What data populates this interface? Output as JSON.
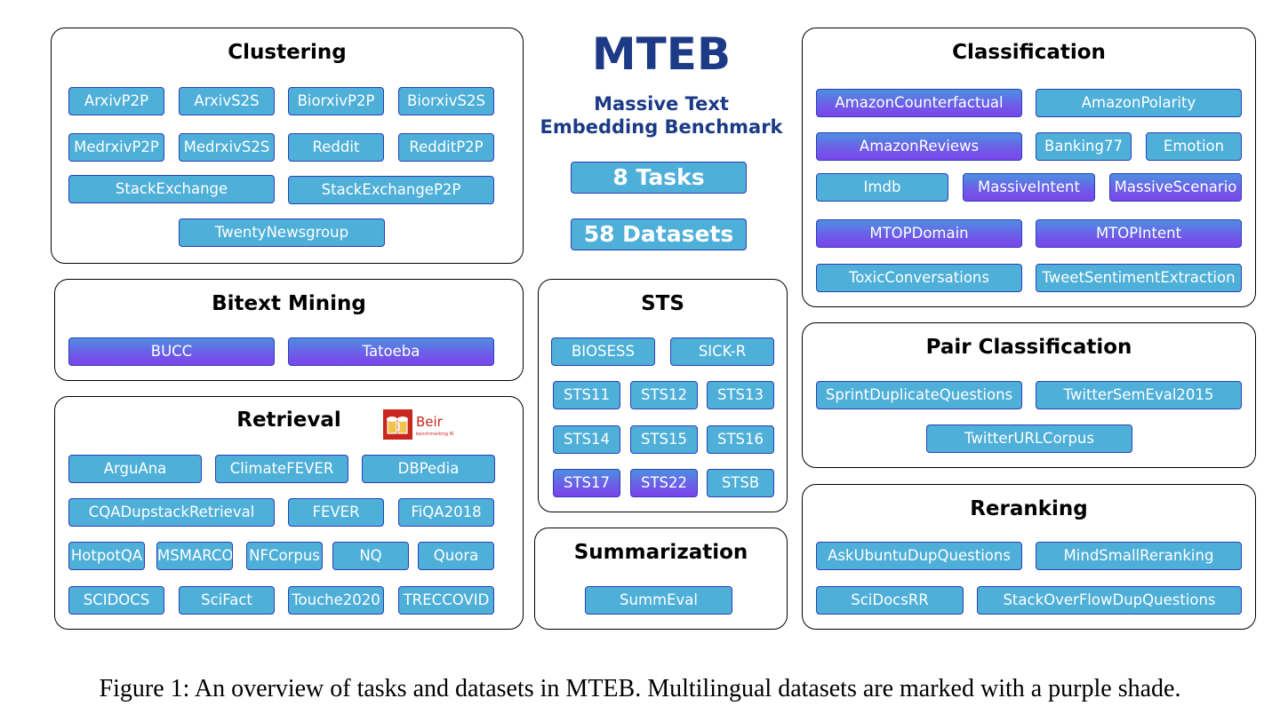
{
  "center": {
    "title": "MTEB",
    "subtitle_line1": "Massive Text",
    "subtitle_line2": "Embedding Benchmark",
    "tasks": "8 Tasks",
    "datasets": "58 Datasets"
  },
  "colors": {
    "monolingual": "#4eafd8",
    "multilingual": "#7b45ea",
    "border": "#2b3fb8",
    "title": "#1c3a86"
  },
  "beir_logo": {
    "text": "Beir",
    "sub": "benchmarking IR",
    "icon": "beer-mugs-icon"
  },
  "panels": {
    "clustering": {
      "title": "Clustering",
      "items": [
        {
          "label": "ArxivP2P",
          "multi": false
        },
        {
          "label": "ArxivS2S",
          "multi": false
        },
        {
          "label": "BiorxivP2P",
          "multi": false
        },
        {
          "label": "BiorxivS2S",
          "multi": false
        },
        {
          "label": "MedrxivP2P",
          "multi": false
        },
        {
          "label": "MedrxivS2S",
          "multi": false
        },
        {
          "label": "Reddit",
          "multi": false
        },
        {
          "label": "RedditP2P",
          "multi": false
        },
        {
          "label": "StackExchange",
          "multi": false
        },
        {
          "label": "StackExchangeP2P",
          "multi": false
        },
        {
          "label": "TwentyNewsgroup",
          "multi": false
        }
      ]
    },
    "bitext": {
      "title": "Bitext Mining",
      "items": [
        {
          "label": "BUCC",
          "multi": true
        },
        {
          "label": "Tatoeba",
          "multi": true
        }
      ]
    },
    "retrieval": {
      "title": "Retrieval",
      "items": [
        {
          "label": "ArguAna",
          "multi": false
        },
        {
          "label": "ClimateFEVER",
          "multi": false
        },
        {
          "label": "DBPedia",
          "multi": false
        },
        {
          "label": "CQADupstackRetrieval",
          "multi": false
        },
        {
          "label": "FEVER",
          "multi": false
        },
        {
          "label": "FiQA2018",
          "multi": false
        },
        {
          "label": "HotpotQA",
          "multi": false
        },
        {
          "label": "MSMARCO",
          "multi": false
        },
        {
          "label": "NFCorpus",
          "multi": false
        },
        {
          "label": "NQ",
          "multi": false
        },
        {
          "label": "Quora",
          "multi": false
        },
        {
          "label": "SCIDOCS",
          "multi": false
        },
        {
          "label": "SciFact",
          "multi": false
        },
        {
          "label": "Touche2020",
          "multi": false
        },
        {
          "label": "TRECCOVID",
          "multi": false
        }
      ]
    },
    "sts": {
      "title": "STS",
      "items": [
        {
          "label": "BIOSESS",
          "multi": false
        },
        {
          "label": "SICK-R",
          "multi": false
        },
        {
          "label": "STS11",
          "multi": false
        },
        {
          "label": "STS12",
          "multi": false
        },
        {
          "label": "STS13",
          "multi": false
        },
        {
          "label": "STS14",
          "multi": false
        },
        {
          "label": "STS15",
          "multi": false
        },
        {
          "label": "STS16",
          "multi": false
        },
        {
          "label": "STS17",
          "multi": true
        },
        {
          "label": "STS22",
          "multi": true
        },
        {
          "label": "STSB",
          "multi": false
        }
      ]
    },
    "summarization": {
      "title": "Summarization",
      "items": [
        {
          "label": "SummEval",
          "multi": false
        }
      ]
    },
    "classification": {
      "title": "Classification",
      "items": [
        {
          "label": "AmazonCounterfactual",
          "multi": true
        },
        {
          "label": "AmazonPolarity",
          "multi": false
        },
        {
          "label": "AmazonReviews",
          "multi": true
        },
        {
          "label": "Banking77",
          "multi": false
        },
        {
          "label": "Emotion",
          "multi": false
        },
        {
          "label": "Imdb",
          "multi": false
        },
        {
          "label": "MassiveIntent",
          "multi": true
        },
        {
          "label": "MassiveScenario",
          "multi": true
        },
        {
          "label": "MTOPDomain",
          "multi": true
        },
        {
          "label": "MTOPIntent",
          "multi": true
        },
        {
          "label": "ToxicConversations",
          "multi": false
        },
        {
          "label": "TweetSentimentExtraction",
          "multi": false
        }
      ]
    },
    "pair": {
      "title": "Pair Classification",
      "items": [
        {
          "label": "SprintDuplicateQuestions",
          "multi": false
        },
        {
          "label": "TwitterSemEval2015",
          "multi": false
        },
        {
          "label": "TwitterURLCorpus",
          "multi": false
        }
      ]
    },
    "reranking": {
      "title": "Reranking",
      "items": [
        {
          "label": "AskUbuntuDupQuestions",
          "multi": false
        },
        {
          "label": "MindSmallReranking",
          "multi": false
        },
        {
          "label": "SciDocsRR",
          "multi": false
        },
        {
          "label": "StackOverFlowDupQuestions",
          "multi": false
        }
      ]
    }
  },
  "caption": "Figure 1: An overview of tasks and datasets in MTEB. Multilingual datasets are marked with a purple shade."
}
